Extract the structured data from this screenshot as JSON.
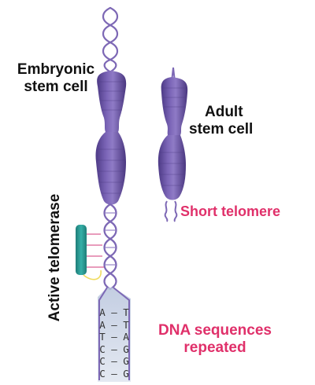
{
  "labels": {
    "embryonic_line1": "Embryonic",
    "embryonic_line2": "stem cell",
    "adult_line1": "Adult",
    "adult_line2": "stem cell",
    "short_telomere": "Short telomere",
    "active_telomerase": "Active telomerase",
    "dna_line1": "DNA sequences",
    "dna_line2": "repeated"
  },
  "base_pairs": [
    {
      "left": "A",
      "dash": "–",
      "right": "T"
    },
    {
      "left": "A",
      "dash": "–",
      "right": "T"
    },
    {
      "left": "T",
      "dash": "–",
      "right": "A"
    },
    {
      "left": "C",
      "dash": "–",
      "right": "G"
    },
    {
      "left": "C",
      "dash": "–",
      "right": "G"
    },
    {
      "left": "C",
      "dash": "–",
      "right": "G"
    }
  ],
  "colors": {
    "chromosome": "#6f59a8",
    "dna_strand": "#7d68b5",
    "telomerase": "#2c9c95",
    "label_accent": "#e0306a",
    "label_main": "#111111"
  }
}
